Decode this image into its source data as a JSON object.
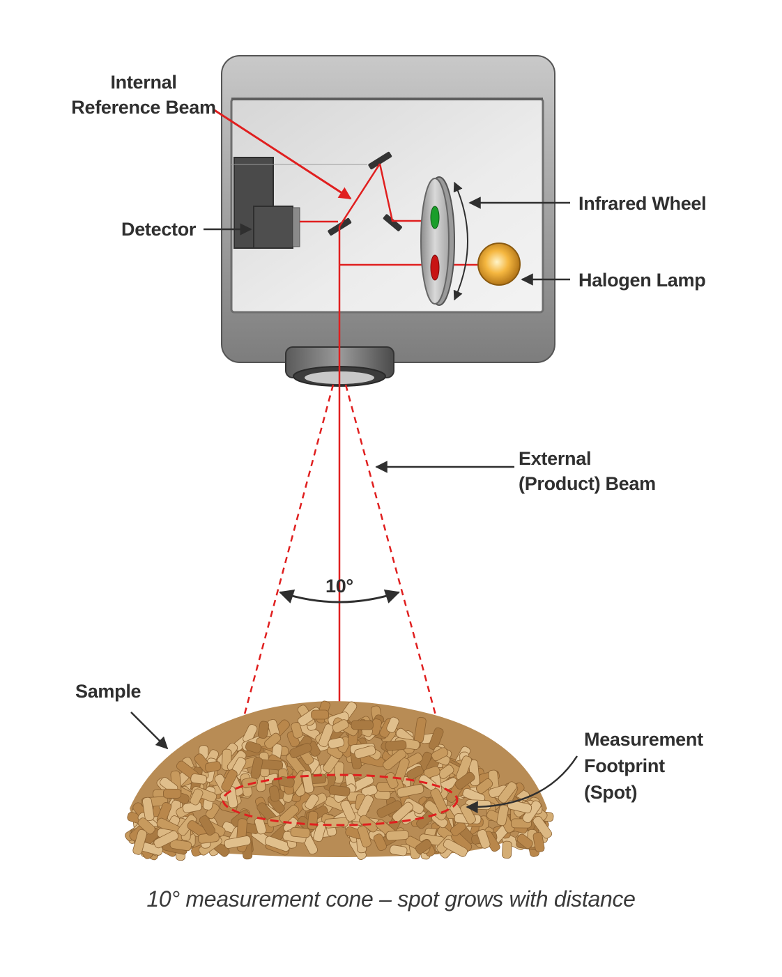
{
  "labels": {
    "internal_reference_beam": [
      "Internal",
      "Reference Beam"
    ],
    "infrared_wheel": "Infrared Wheel",
    "detector": "Detector",
    "halogen_lamp": "Halogen Lamp",
    "external_beam": [
      "External",
      "(Product) Beam"
    ],
    "cone_angle": "10°",
    "sample": "Sample",
    "measurement_footprint": [
      "Measurement",
      "Footprint",
      "(Spot)"
    ]
  },
  "caption": "10° measurement cone – spot grows with distance",
  "colors": {
    "beam": "#e01f1f",
    "housing": "#9a9a9a",
    "housing_inner": "#e4e4e4",
    "lamp": "#f4a830",
    "filter_green": "#1a9e2a",
    "filter_red": "#c81414",
    "pellet": "#c8a16a",
    "text": "#2f2f2f"
  },
  "icons": [
    "arrow-icon",
    "mirror-icon",
    "filter-wheel-icon",
    "lamp-icon",
    "detector-icon",
    "lens-icon"
  ]
}
